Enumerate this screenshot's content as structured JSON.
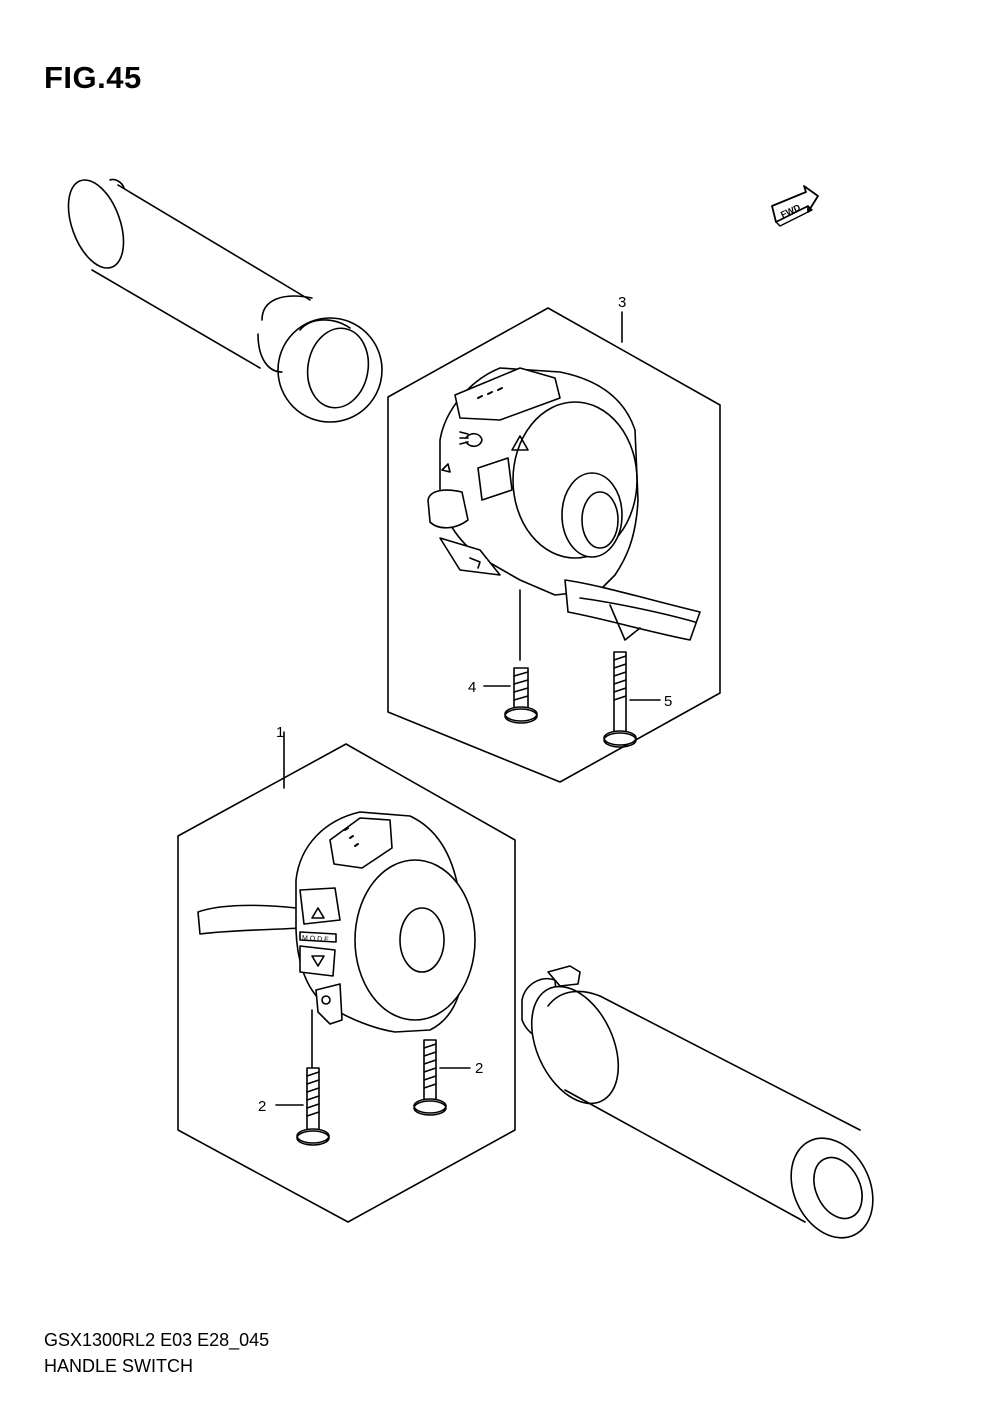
{
  "figure": {
    "title": "FIG.45"
  },
  "fwd_icon": {
    "label": "FWD"
  },
  "callouts": [
    "3",
    "4",
    "5",
    "1",
    "2",
    "2"
  ],
  "switch_right": {
    "labels": []
  },
  "switch_left": {
    "mode_label": "M O D E"
  },
  "footer": {
    "code": "GSX1300RL2 E03 E28_045",
    "name": "HANDLE SWITCH"
  }
}
